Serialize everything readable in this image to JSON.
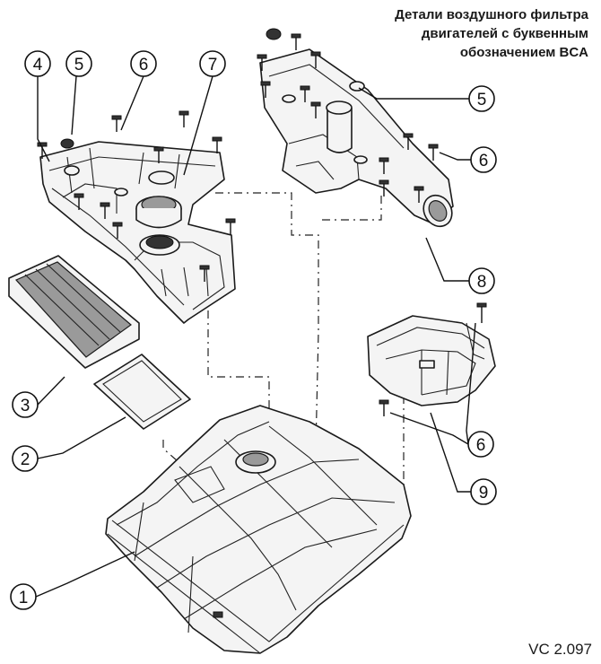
{
  "title_lines": [
    "Детали воздушного фильтра",
    "двигателей с буквенным",
    "обозначением BCA"
  ],
  "figure_code": "VC 2.097",
  "callouts": {
    "top_4": "4",
    "top_5": "5",
    "top_6": "6",
    "top_7": "7",
    "right_5": "5",
    "right_6": "6",
    "right_8": "8",
    "mid_6": "6",
    "mid_9": "9",
    "left_3": "3",
    "left_2": "2",
    "left_1": "1"
  }
}
